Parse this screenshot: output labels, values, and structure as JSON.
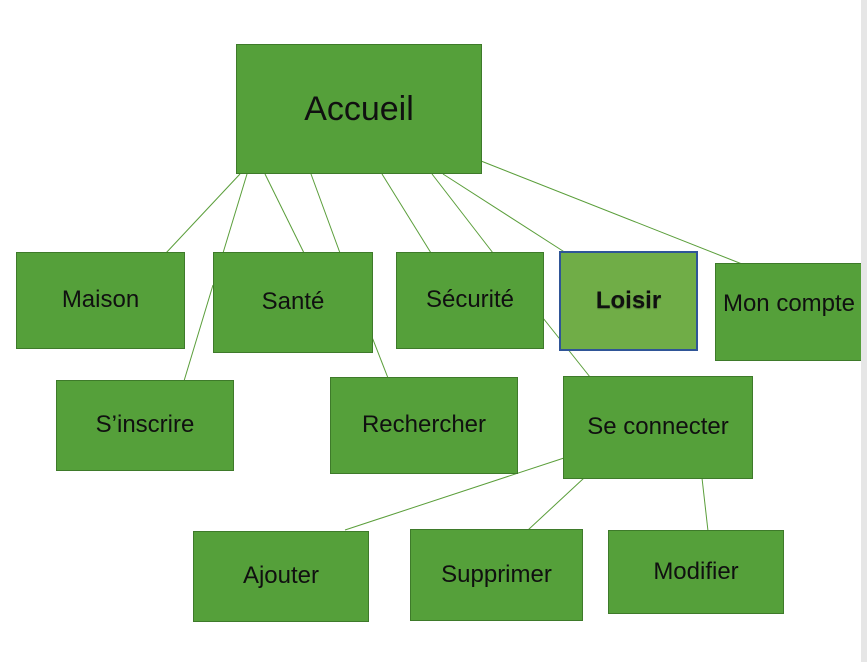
{
  "diagram": {
    "colors": {
      "node_fill": "#55a03a",
      "node_border": "#3e7a2a",
      "selected_fill": "#70ad47",
      "selected_border": "#2f5597",
      "edge": "#5a9e3a"
    },
    "nodes": {
      "accueil": "Accueil",
      "maison": "Maison",
      "sante": "Santé",
      "securite": "Sécurité",
      "loisir": "Loisir",
      "mon_compte": "Mon compte",
      "sinscrire": "S’inscrire",
      "rechercher": "Rechercher",
      "se_connecter": "Se connecter",
      "ajouter": "Ajouter",
      "supprimer": "Supprimer",
      "modifier": "Modifier"
    },
    "selected_node": "Loisir"
  }
}
